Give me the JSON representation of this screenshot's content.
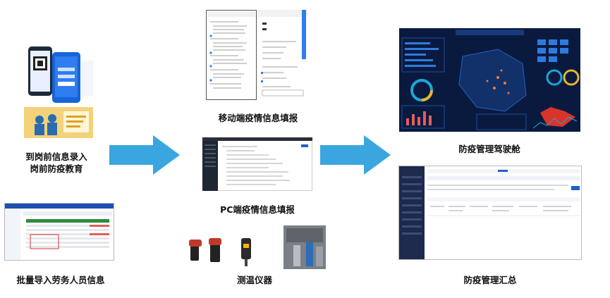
{
  "captions": {
    "onboarding_line1": "到岗前信息录入",
    "onboarding_line2": "岗前防疫教育",
    "batch_import": "批量导入劳务人员信息",
    "mobile_report": "移动端疫情信息填报",
    "pc_report": "PC端疫情信息填报",
    "thermometer": "测温仪器",
    "cockpit": "防疫管理驾驶舱",
    "summary": "防疫管理汇总"
  },
  "colors": {
    "arrow": "#3aa6e0",
    "dashboard_bg": "#0a1a3f",
    "app_blue": "#1f63c7"
  }
}
